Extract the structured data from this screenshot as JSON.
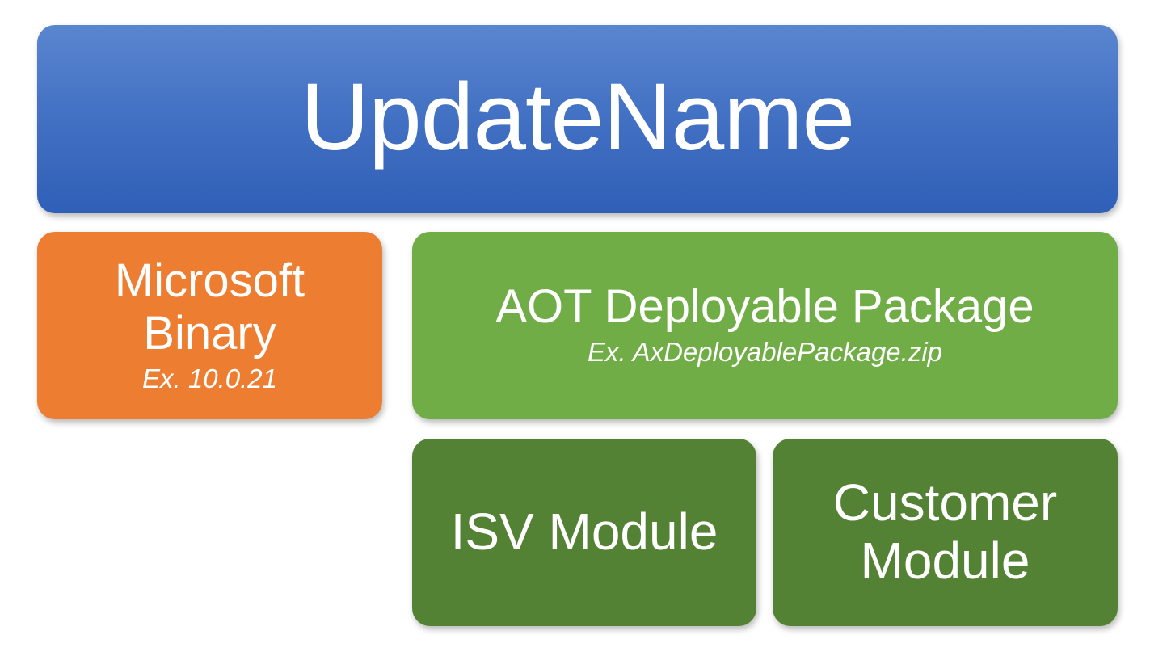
{
  "diagram": {
    "top": {
      "title": "UpdateName"
    },
    "microsoft": {
      "line1": "Microsoft",
      "line2": "Binary",
      "example": "Ex. 10.0.21"
    },
    "aot": {
      "title": "AOT Deployable Package",
      "example": "Ex. AxDeployablePackage.zip"
    },
    "isv": {
      "title": "ISV Module"
    },
    "customer": {
      "line1": "Customer",
      "line2": "Module"
    }
  },
  "colors": {
    "update_blue": "#4472c4",
    "microsoft_orange": "#ed7d31",
    "aot_green": "#70ad47",
    "module_green": "#548235",
    "text": "#ffffff"
  }
}
